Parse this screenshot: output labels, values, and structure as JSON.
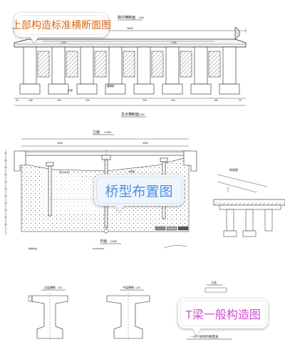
{
  "labels": {
    "cross_section": "上部构造标准横断面图",
    "bridge_layout": "桥型布置图",
    "t_beam": "T梁一般构造图"
  },
  "drawing": {
    "top_section_title": "跨中横断面",
    "top_scale": "1:60",
    "top_dim_overall": "1600",
    "top_dims": [
      "20",
      "160",
      "220",
      "220",
      "220",
      "220",
      "160",
      "20"
    ],
    "top_bottom_title": "支点横断面",
    "bottom_scale": "1:60",
    "elevation_title": "立面",
    "elevation_scale": "1:500",
    "plan_title": "平面",
    "plan_scale": "1:500",
    "elev_dims": [
      "4000",
      "4000"
    ],
    "side_view_title": "侧视图",
    "beam_end_title": "边梁横断",
    "beam_mid_title": "中梁横断",
    "beam_scale": "1:20",
    "beam_elev_title": "立面",
    "beam_table_title": "一片T梁材料数量表"
  },
  "colors": {
    "cross_section_label": "#d86a15",
    "bridge_layout_label": "#4b8fe0",
    "t_beam_label": "#cc4fd1"
  }
}
